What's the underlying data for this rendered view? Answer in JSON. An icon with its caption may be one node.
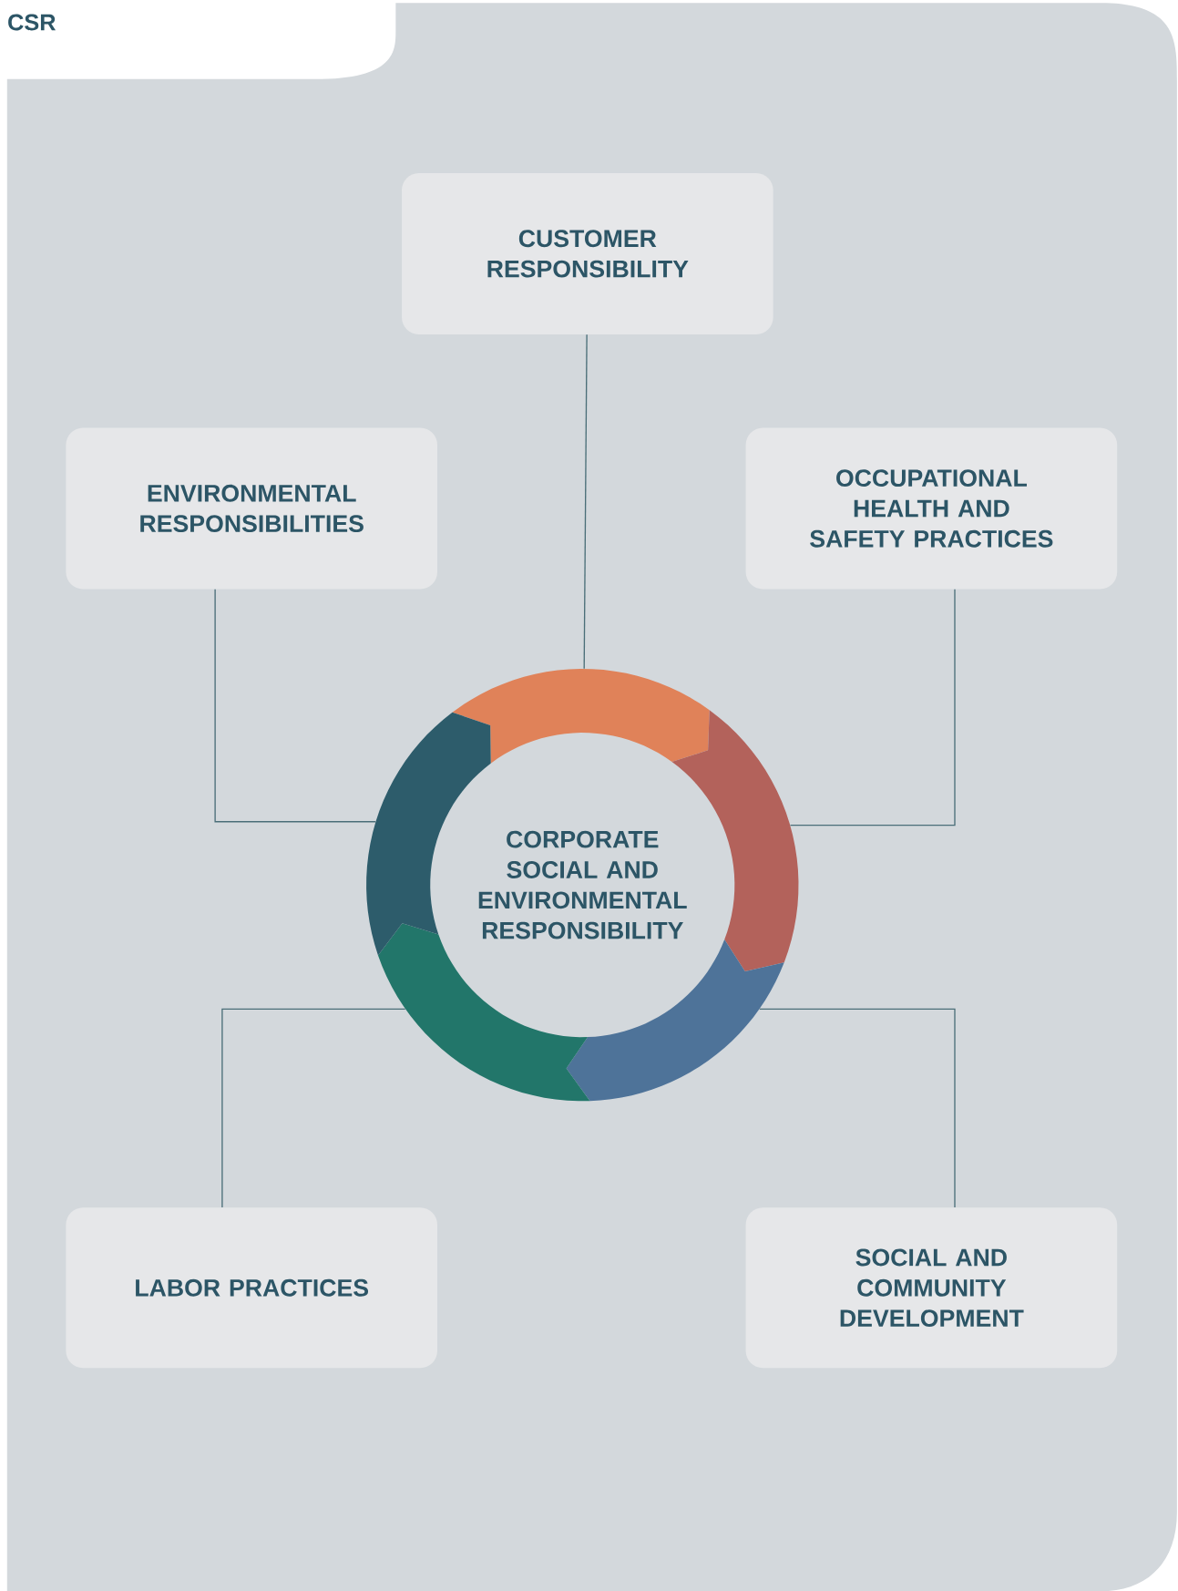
{
  "diagram": {
    "title": "CSR",
    "nodes": [
      {
        "text": [
          "CUSTOMER RESPONSIBILITY"
        ]
      },
      {
        "text": [
          "ENVIRONMENTAL RESPONSIBILITIES"
        ]
      },
      {
        "text": [
          "OCCUPATIONAL HEALTH AND SAFETY PRACTICES"
        ]
      },
      {
        "text": [
          "CORPORATE SOCIAL AND ENVIRONMENTAL RESPONSIBILITY"
        ]
      },
      {
        "text": [
          "LABOR PRACTICES"
        ]
      },
      {
        "text": [
          "SOCIAL AND COMMUNITY DEVELOPMENT"
        ]
      }
    ],
    "edges": [
      {
        "from": 0,
        "to": 3,
        "arrow": "none"
      },
      {
        "from": 1,
        "to": 3,
        "arrow": "none"
      },
      {
        "from": 2,
        "to": 3,
        "arrow": "none"
      },
      {
        "from": 4,
        "to": 3,
        "arrow": "none"
      },
      {
        "from": 5,
        "to": 3,
        "arrow": "none"
      }
    ]
  }
}
